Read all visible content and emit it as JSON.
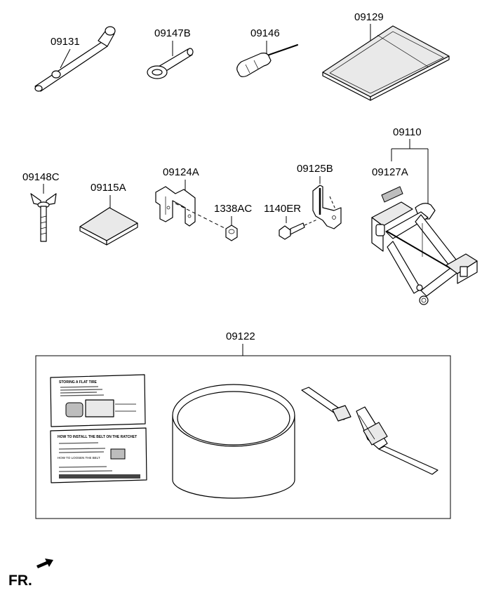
{
  "parts": [
    {
      "id": "p09131",
      "label": "09131"
    },
    {
      "id": "p09147B",
      "label": "09147B"
    },
    {
      "id": "p09146",
      "label": "09146"
    },
    {
      "id": "p09129",
      "label": "09129"
    },
    {
      "id": "p09110",
      "label": "09110"
    },
    {
      "id": "p09148C",
      "label": "09148C"
    },
    {
      "id": "p09115A",
      "label": "09115A"
    },
    {
      "id": "p09124A",
      "label": "09124A"
    },
    {
      "id": "p09125B",
      "label": "09125B"
    },
    {
      "id": "p09127A",
      "label": "09127A"
    },
    {
      "id": "p1338AC",
      "label": "1338AC"
    },
    {
      "id": "p1140ER",
      "label": "1140ER"
    },
    {
      "id": "p09122",
      "label": "09122"
    }
  ],
  "direction_label": "FR.",
  "labels_sheets": {
    "top_title": "STORING A FLAT TIRE",
    "bottom_title": "HOW TO INSTALL THE BELT ON THE RATCHET",
    "bottom_subtitle": "HOW TO LOOSEN THE BELT"
  }
}
